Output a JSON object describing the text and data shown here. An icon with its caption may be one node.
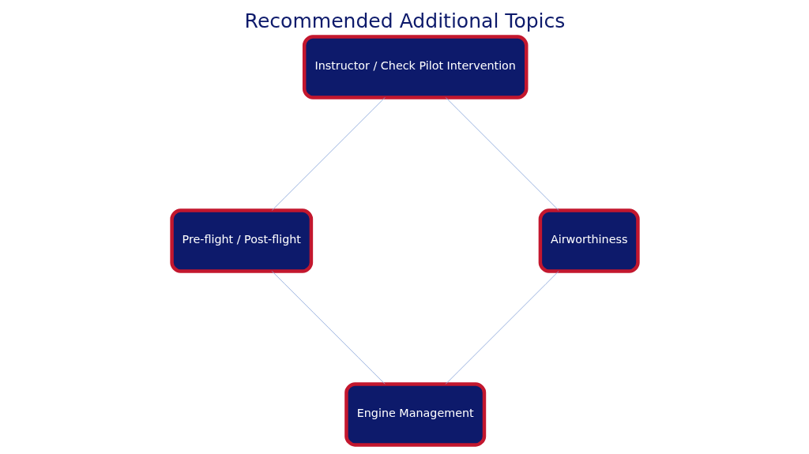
{
  "diagram": {
    "title": "Recommended Additional Topics",
    "nodes": [
      {
        "text": [
          "Engine Management"
        ]
      },
      {
        "text": [
          "Airworthiness"
        ]
      },
      {
        "text": [
          "Pre-flight / Post-flight"
        ]
      },
      {
        "text": [
          "Instructor / Check Pilot Intervention"
        ]
      }
    ],
    "edges": [
      {
        "from": 0,
        "to": 2,
        "arrow": "none"
      },
      {
        "from": 2,
        "to": 3,
        "arrow": "none"
      },
      {
        "from": 3,
        "to": 1,
        "arrow": "none"
      },
      {
        "from": 1,
        "to": 0,
        "arrow": "none"
      }
    ]
  }
}
